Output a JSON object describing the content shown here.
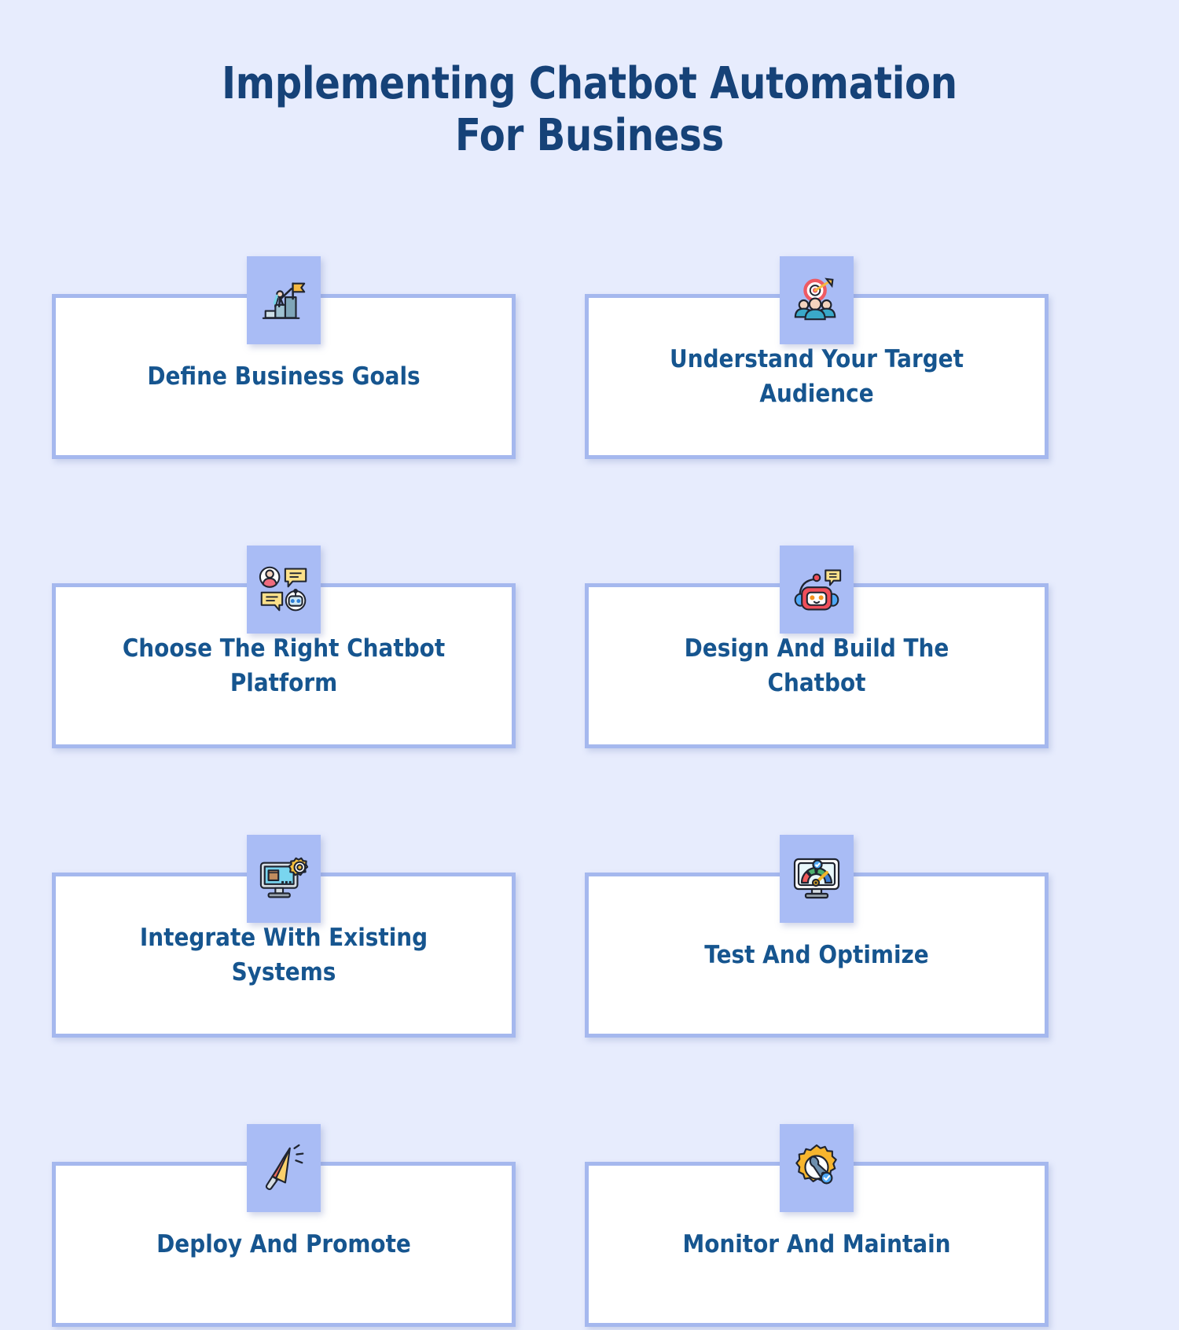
{
  "title": {
    "line1": "Implementing Chatbot Automation",
    "line2": "For Business"
  },
  "colors": {
    "background": "#e7ecfd",
    "card_background": "#ffffff",
    "card_border": "#a5b8ee",
    "badge_background": "#a9bcf5",
    "title_text": "#164278",
    "card_text": "#16558f"
  },
  "cards": [
    {
      "label": "Define Business Goals",
      "icon": "goal-steps-flag-icon"
    },
    {
      "label": "Understand Your Target Audience",
      "icon": "target-audience-icon"
    },
    {
      "label": "Choose The Right Chatbot Platform",
      "icon": "chat-platform-icon"
    },
    {
      "label": "Design And Build The Chatbot",
      "icon": "robot-chatbot-icon"
    },
    {
      "label": "Integrate With Existing Systems",
      "icon": "monitor-gear-icon"
    },
    {
      "label": "Test And Optimize",
      "icon": "gauge-monitor-icon"
    },
    {
      "label": "Deploy And Promote",
      "icon": "megaphone-icon"
    },
    {
      "label": "Monitor And Maintain",
      "icon": "gear-wrench-icon"
    }
  ]
}
